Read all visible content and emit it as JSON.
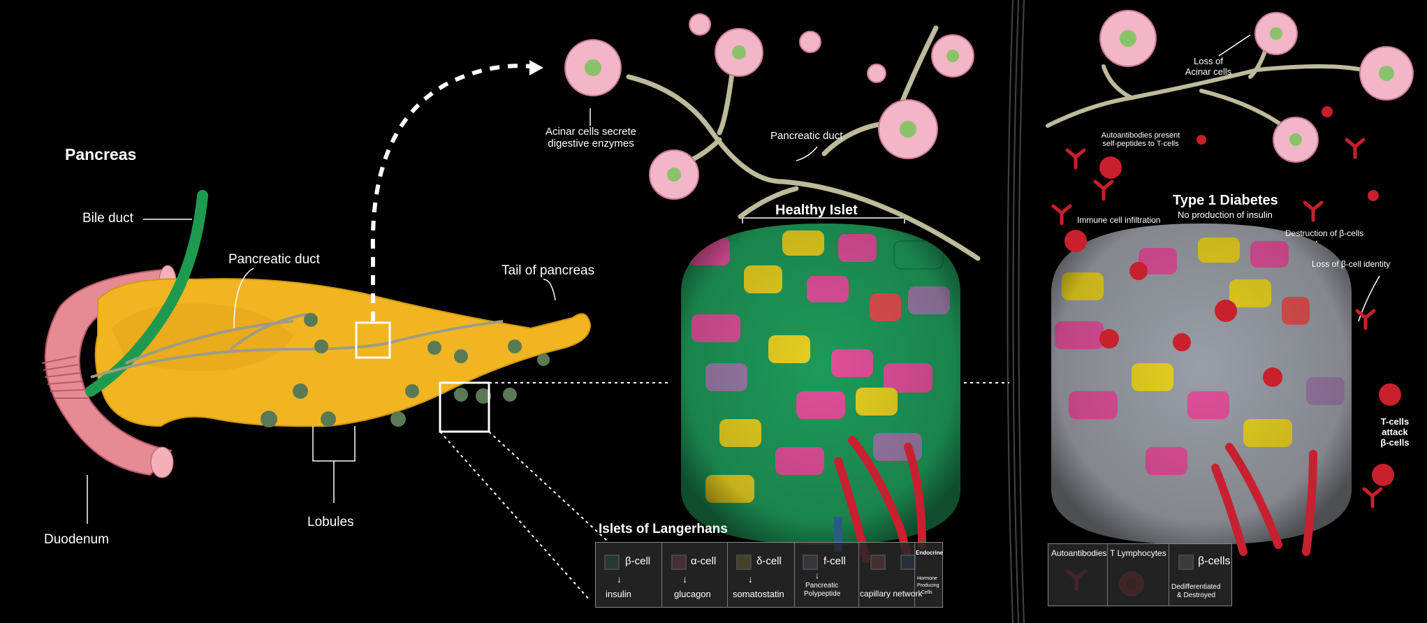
{
  "labels": {
    "pancreas": "Pancreas",
    "bile_duct": "Bile duct",
    "pancreatic_duct_left": "Pancreatic duct",
    "tail": "Tail of pancreas",
    "duodenum": "Duodenum",
    "lobules": "Lobules",
    "acinar_line1": "Acinar cells secrete",
    "acinar_line2": "digestive enzymes",
    "pancreatic_duct_top": "Pancreatic duct",
    "healthy_islet": "Healthy Islet",
    "islets_title": "Islets of Langerhans",
    "loss_line1": "Loss of",
    "loss_line2": "Acinar cells",
    "auto_line1": "Autoantibodies present",
    "auto_line2": "self-peptides to T-cells",
    "t1d_title": "Type 1 Diabetes",
    "t1d_sub": "No production of insulin",
    "immune_infiltration": "Immune cell infiltration",
    "destruction": "Destruction of β-cells",
    "loss_identity": "Loss of β-cell identity",
    "tcells_line1": "T-cells",
    "tcells_line2": "attack",
    "tcells_line3": "β-cells"
  },
  "legend_healthy": {
    "beta_name": "β-cell",
    "beta_hormone": "insulin",
    "alpha_name": "α-cell",
    "alpha_hormone": "glucagon",
    "delta_name": "δ-cell",
    "delta_hormone": "somatostatin",
    "f_name": "f-cell",
    "f_hormone_1": "Pancreatic",
    "f_hormone_2": "Polypeptide",
    "capillary": "capillary network",
    "endocrine": "Endocrine",
    "hormone_1": "Hormone",
    "hormone_2": "Producing",
    "hormone_3": "Cells"
  },
  "legend_t1d": {
    "autoantibodies": "Autoantibodies",
    "tlymph": "T Lymphocytes",
    "bcells": "β-cells",
    "dediff_1": "Dedifferentiated",
    "dediff_2": "& Destroyed"
  },
  "colors": {
    "beta": "#1e9a5a",
    "alpha": "#e0509a",
    "delta": "#e8d020",
    "fcell": "#9a7aa6",
    "capillary_red": "#e05050",
    "capillary_blue": "#2a5a8a",
    "grey": "#9a9ea6",
    "pancreas": "#f2b522",
    "duodenum": "#e68a94",
    "bile": "#1e9a50",
    "immune": "#c8202c"
  }
}
